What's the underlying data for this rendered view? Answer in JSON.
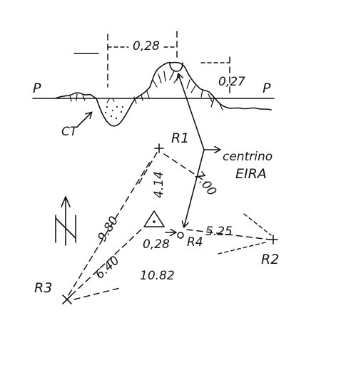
{
  "labels": {
    "p_left": "P",
    "p_right": "P",
    "ct": "CT",
    "r1": "R1",
    "r2": "R2",
    "r3": "R3",
    "r4": "R4",
    "centrino": "centrino",
    "eira": "EIRA"
  },
  "measurements": {
    "top_width": "0,28",
    "top_height": "0,27",
    "r1_to_triangle": "4.14",
    "centrino_to_r4": "7.00",
    "r3_to_r1": "9.80",
    "r3_to_triangle": "6.40",
    "r3_to_r2": "10.82",
    "triangle_to_r4": "0,28",
    "r4_to_r2": "5.25"
  },
  "colors": {
    "ink": "#141414",
    "paper": "#ffffff"
  },
  "icons": {
    "north": "north-arrow-icon",
    "cross": "cross-marker-icon",
    "triangle": "triangle-marker-icon",
    "circle": "circle-marker-icon"
  }
}
